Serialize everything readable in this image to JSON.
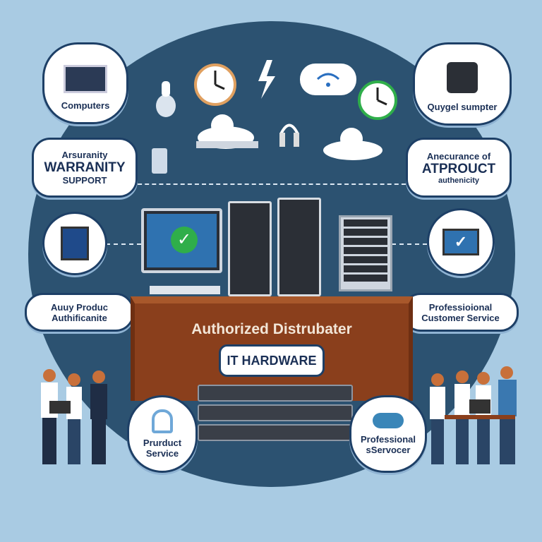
{
  "labels": {
    "computers": "Computers",
    "quygel": "Quygel sumpter",
    "warranty_top": "Arsuranity",
    "warranty_main": "WARRANITY",
    "warranty_sub": "SUPPORT",
    "authenticity_top": "Anecurance of",
    "authenticity_main": "ATPROUCT",
    "authenticity_sub": "authenicity",
    "left_mid_1": "Auuy Produc",
    "left_mid_2": "Authificanite",
    "right_mid_1": "Professioional",
    "right_mid_2": "Customer Service",
    "distributor": "Authorized Distrubater",
    "it_hardware": "IT HARDWARE",
    "product_service_1": "Prurduct",
    "product_service_2": "Service",
    "prof_servocer_1": "Professional",
    "prof_servocer_2": "sServocer"
  },
  "colors": {
    "background": "#a9cbe3",
    "circle": "#2c5271",
    "desk": "#8a3f1c",
    "check": "#2fae4a"
  }
}
